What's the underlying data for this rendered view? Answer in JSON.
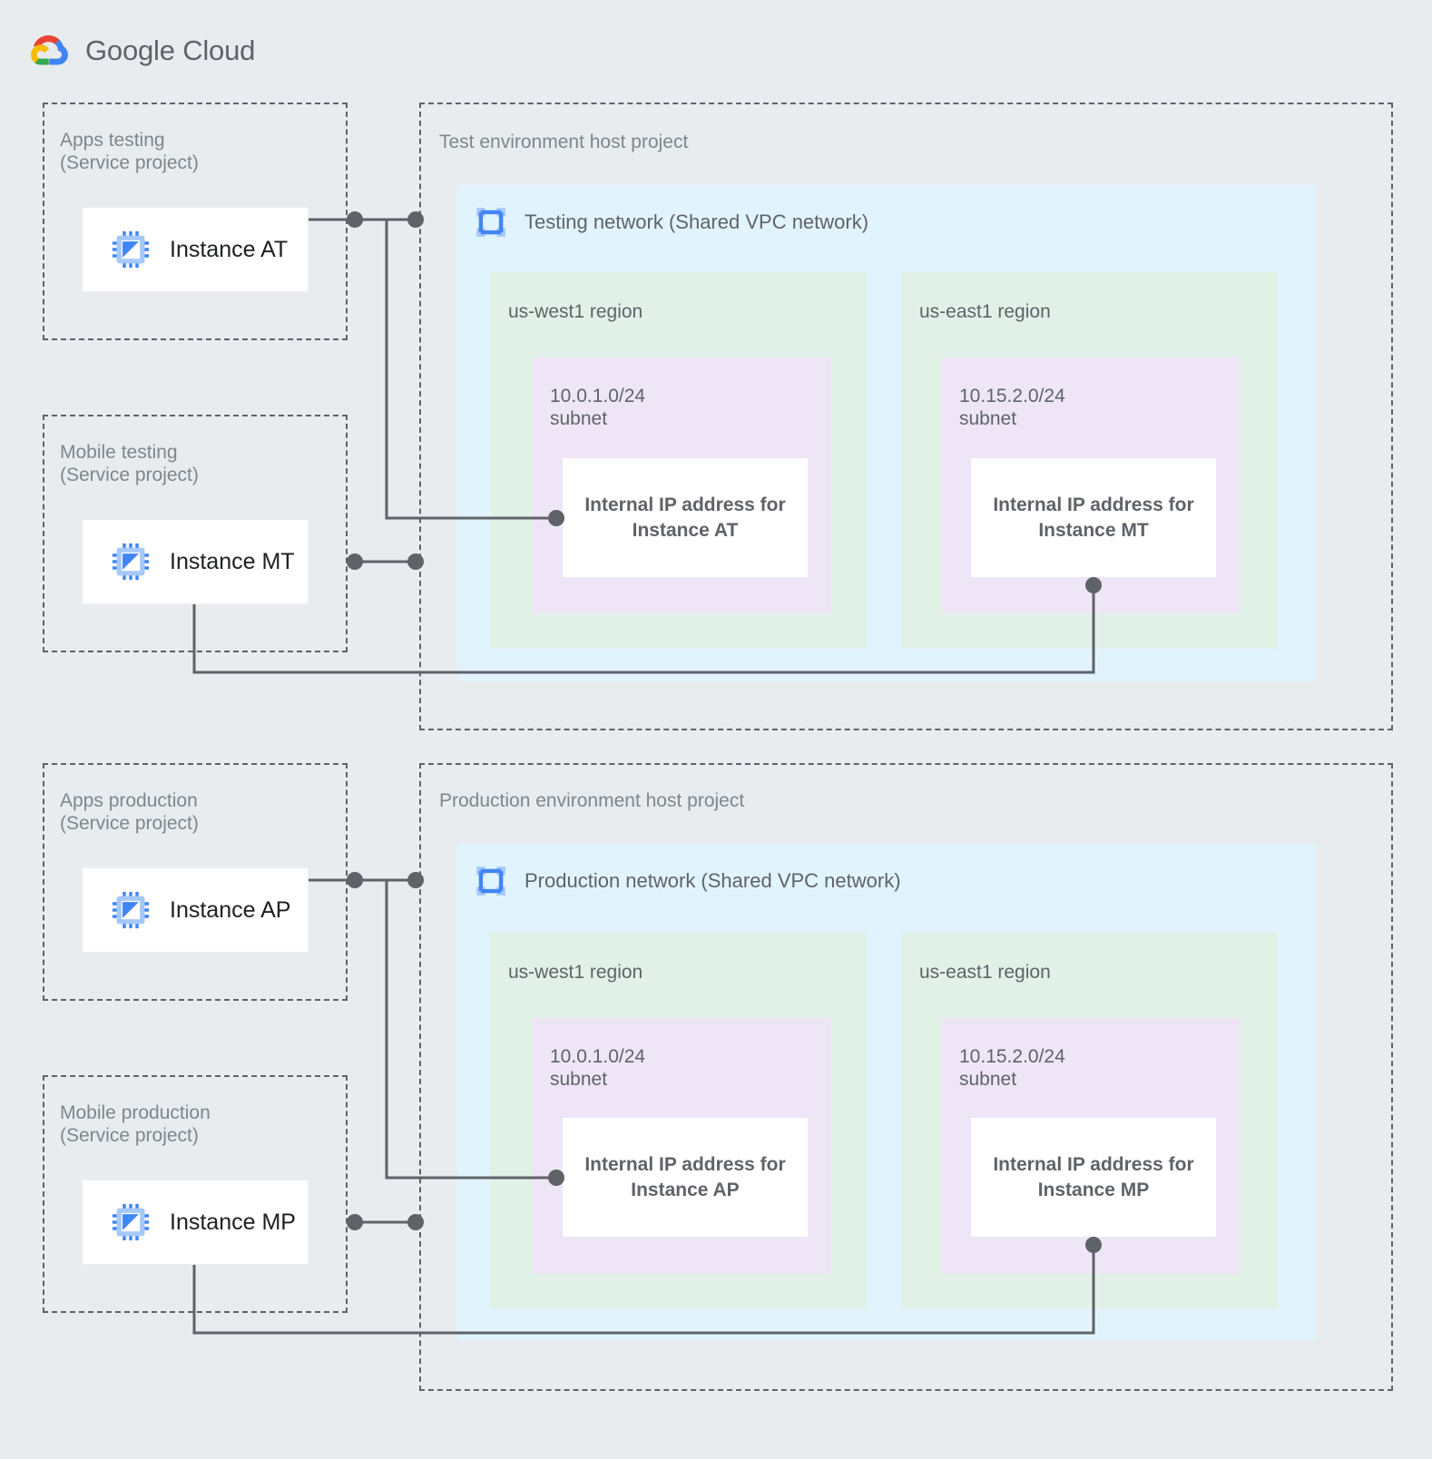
{
  "brand": {
    "name_bold": "Google",
    "name_light": "Cloud",
    "logo_icon": "google-cloud-logo",
    "colors": {
      "red": "#ea4335",
      "yellow": "#fbbc04",
      "green": "#34a853",
      "blue": "#4285f4"
    }
  },
  "palette": {
    "page_background": "#e8ecee",
    "dashed_border": "#5f6368",
    "vpc_network_fill": "#e1f3fd",
    "region_fill": "#e2f1e8",
    "subnet_fill": "#eee6f6",
    "card_fill": "#ffffff",
    "label_text": "#80868b",
    "body_text": "#5f6368",
    "instance_text": "#202124",
    "connector": "#5f6368",
    "icon_blue": "#4285f4",
    "icon_blue_light": "#a6c8fa"
  },
  "service_projects": [
    {
      "id": "apps-testing",
      "title": "Apps testing\n(Service project)",
      "instance": {
        "name": "Instance AT",
        "icon": "vm-instance-icon"
      }
    },
    {
      "id": "mobile-testing",
      "title": "Mobile testing\n(Service project)",
      "instance": {
        "name": "Instance MT",
        "icon": "vm-instance-icon"
      }
    },
    {
      "id": "apps-production",
      "title": "Apps production\n(Service project)",
      "instance": {
        "name": "Instance AP",
        "icon": "vm-instance-icon"
      }
    },
    {
      "id": "mobile-production",
      "title": "Mobile production\n(Service project)",
      "instance": {
        "name": "Instance MP",
        "icon": "vm-instance-icon"
      }
    }
  ],
  "host_projects": [
    {
      "id": "test-environment",
      "title": "Test environment host project",
      "network": {
        "title": "Testing network (Shared VPC network)",
        "icon": "vpc-network-icon"
      },
      "regions": [
        {
          "id": "test-us-west1",
          "name": "us-west1 region",
          "subnet": {
            "cidr": "10.0.1.0/24",
            "kind": "subnet",
            "ip_reservation": "Internal IP address for\nInstance AT"
          }
        },
        {
          "id": "test-us-east1",
          "name": "us-east1 region",
          "subnet": {
            "cidr": "10.15.2.0/24",
            "kind": "subnet",
            "ip_reservation": "Internal IP address for\nInstance MT"
          }
        }
      ]
    },
    {
      "id": "production-environment",
      "title": "Production environment host project",
      "network": {
        "title": "Production network (Shared VPC network)",
        "icon": "vpc-network-icon"
      },
      "regions": [
        {
          "id": "prod-us-west1",
          "name": "us-west1 region",
          "subnet": {
            "cidr": "10.0.1.0/24",
            "kind": "subnet",
            "ip_reservation": "Internal IP address for\nInstance AP"
          }
        },
        {
          "id": "prod-us-east1",
          "name": "us-east1 region",
          "subnet": {
            "cidr": "10.15.2.0/24",
            "kind": "subnet",
            "ip_reservation": "Internal IP address for\nInstance MP"
          }
        }
      ]
    }
  ],
  "connections": [
    {
      "id": "at-link",
      "from": "Instance AT",
      "to": "Internal IP address for Instance AT"
    },
    {
      "id": "mt-link",
      "from": "Instance MT",
      "to": "Internal IP address for Instance MT"
    },
    {
      "id": "ap-link",
      "from": "Instance AP",
      "to": "Internal IP address for Instance AP"
    },
    {
      "id": "mp-link",
      "from": "Instance MP",
      "to": "Internal IP address for Instance MP"
    }
  ]
}
